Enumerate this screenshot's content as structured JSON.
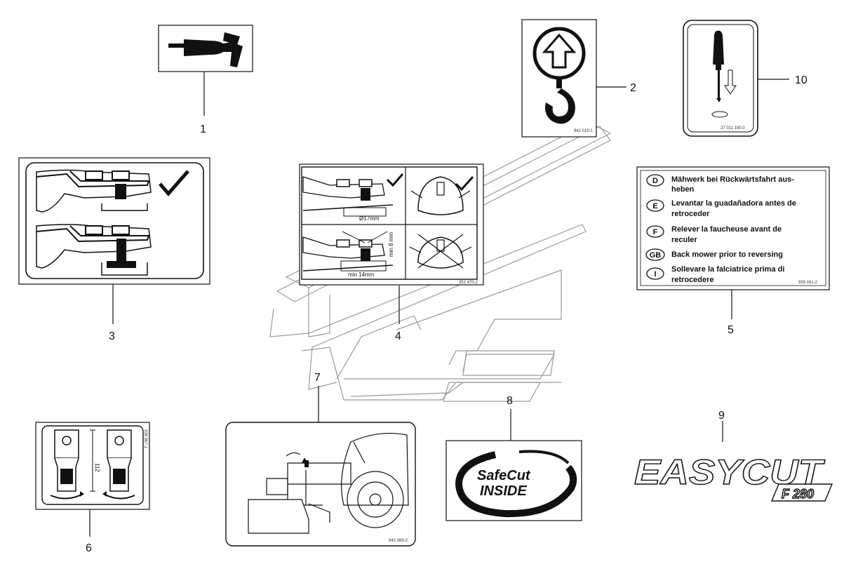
{
  "callouts": [
    "1",
    "2",
    "3",
    "4",
    "5",
    "6",
    "7",
    "8",
    "9",
    "10"
  ],
  "decal2": {
    "code": "942 019-1"
  },
  "decal4": {
    "dim_17": "Ø17mm",
    "dim_8": "min 8 mm",
    "dim_14": "min 14mm",
    "code": "351 470-2"
  },
  "decal5": {
    "code": "939 161-2",
    "rows": [
      {
        "badge": "D",
        "text1": "Mähwerk bei Rückwärtsfahrt aus-",
        "text2": "heben"
      },
      {
        "badge": "E",
        "text1": "Levantar la guadañadora antes de",
        "text2": "retroceder"
      },
      {
        "badge": "F",
        "text1": "Relever la faucheuse avant de",
        "text2": "reculer"
      },
      {
        "badge": "GB",
        "text1": "Back mower prior to reversing",
        "text2": ""
      },
      {
        "badge": "I",
        "text1": "Sollevare la falciatrice prima di",
        "text2": "retrocedere"
      }
    ]
  },
  "decal6": {
    "dim": "112",
    "code": "939 567-1"
  },
  "decal7": {
    "code": "942 089-2"
  },
  "decal8": {
    "line1": "SafeCut",
    "line2": "INSIDE"
  },
  "decal9": {
    "brand": "EASYCUT",
    "model": "F 280"
  },
  "decal10": {
    "code": "27 011 190.0"
  }
}
